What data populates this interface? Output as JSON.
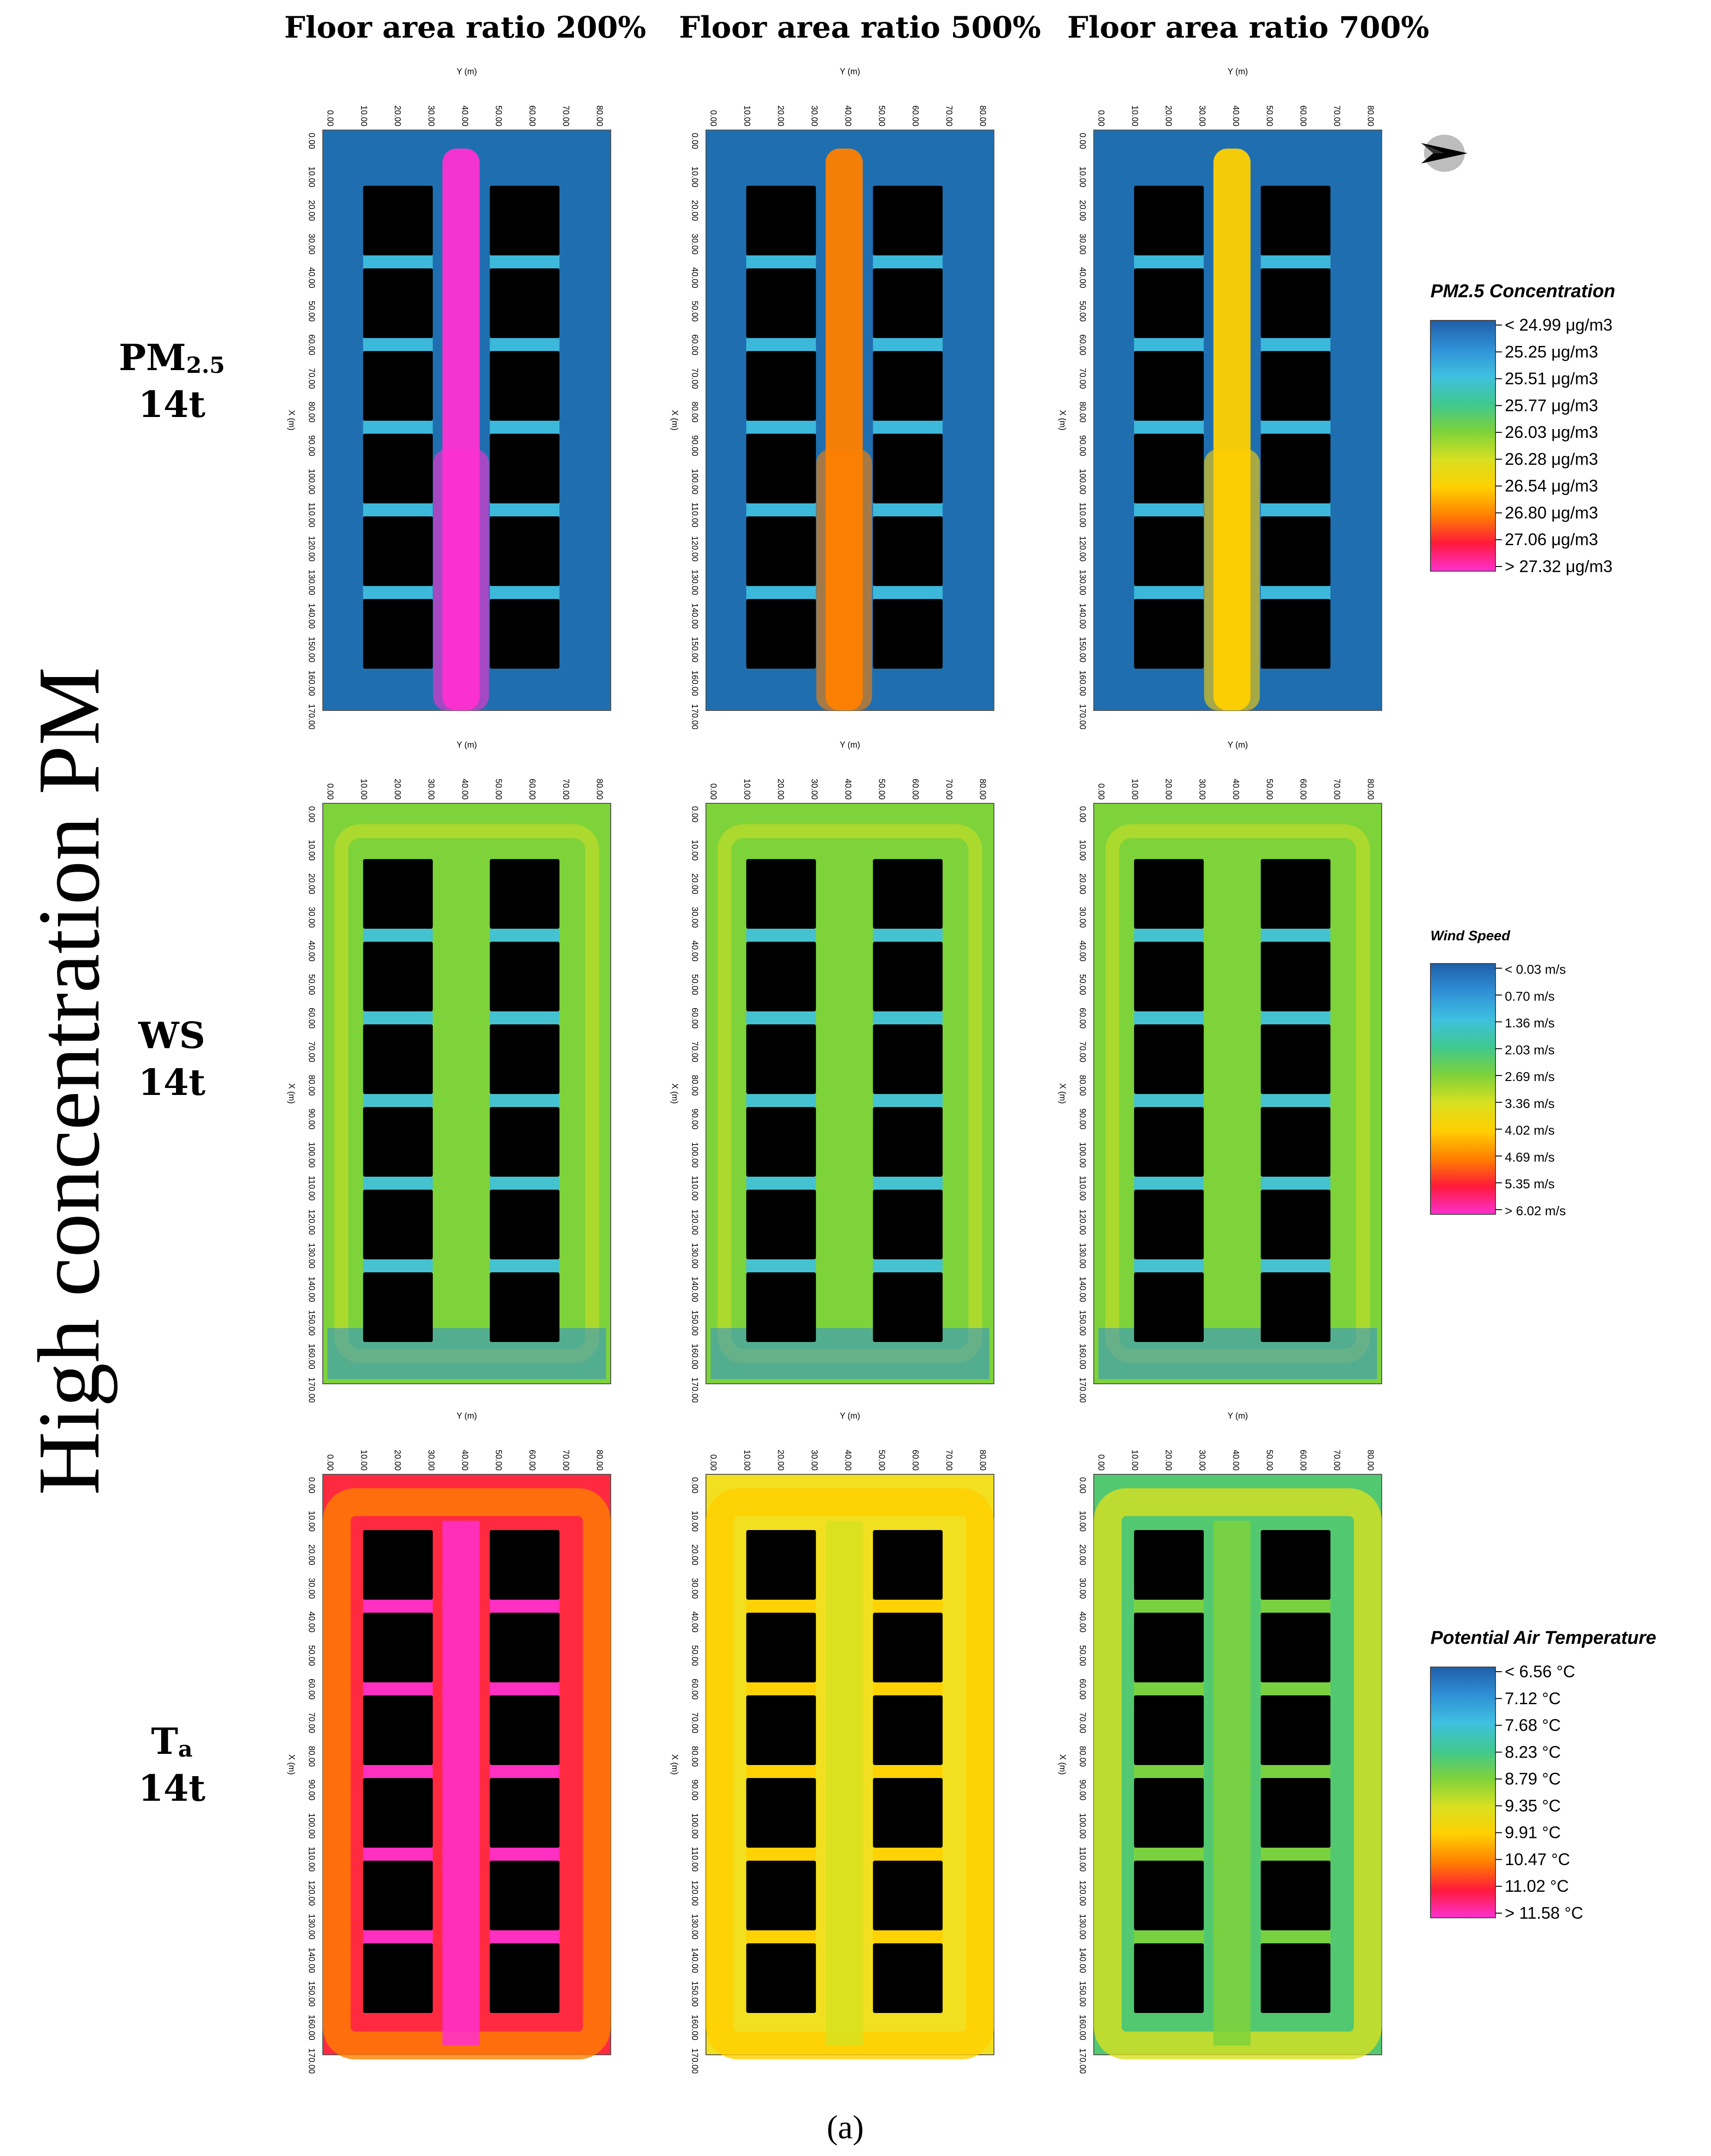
{
  "column_headers": [
    "Floor area ratio 200%",
    "Floor area ratio 500%",
    "Floor area ratio 700%"
  ],
  "vertical_title": "High concentration PM",
  "rows": [
    {
      "name": "pm25",
      "label_line1": "PM",
      "label_sub": "2.5",
      "label_line2": "14t",
      "legend_title": "PM2.5 Concentration",
      "legend_labels": [
        "< 24.99 μg/m3",
        "25.25 μg/m3",
        "25.51 μg/m3",
        "25.77 μg/m3",
        "26.03 μg/m3",
        "26.28 μg/m3",
        "26.54 μg/m3",
        "26.80 μg/m3",
        "27.06 μg/m3",
        "> 27.32 μg/m3"
      ]
    },
    {
      "name": "ws",
      "label_line1": "WS",
      "label_sub": "",
      "label_line2": "14t",
      "legend_title": "Wind Speed",
      "legend_labels": [
        "< 0.03 m/s",
        "0.70 m/s",
        "1.36 m/s",
        "2.03 m/s",
        "2.69 m/s",
        "3.36 m/s",
        "4.02 m/s",
        "4.69 m/s",
        "5.35 m/s",
        "> 6.02 m/s"
      ]
    },
    {
      "name": "ta",
      "label_line1": "T",
      "label_sub": "a",
      "label_line2": "14t",
      "legend_title": "Potential Air Temperature",
      "legend_labels": [
        "< 6.56 °C",
        "7.12 °C",
        "7.68 °C",
        "8.23 °C",
        "8.79 °C",
        "9.35 °C",
        "9.91 °C",
        "10.47 °C",
        "11.02 °C",
        "> 11.58 °C"
      ]
    }
  ],
  "axes": {
    "y_label": "Y (m)",
    "x_label": "X (m)",
    "y_ticks": [
      "0.00",
      "10.00",
      "20.00",
      "30.00",
      "40.00",
      "50.00",
      "60.00",
      "70.00",
      "80.00"
    ],
    "x_ticks": [
      "0.00",
      "10.00",
      "20.00",
      "30.00",
      "40.00",
      "50.00",
      "60.00",
      "70.00",
      "80.00",
      "90.00",
      "100.00",
      "110.00",
      "120.00",
      "130.00",
      "140.00",
      "150.00",
      "160.00",
      "170.00"
    ]
  },
  "legend_colors": [
    "#1f5fa8",
    "#2f8fd6",
    "#3fc0e0",
    "#3fc890",
    "#7ed23a",
    "#d8e020",
    "#ffd000",
    "#ff8000",
    "#ff1a3a",
    "#ff30d0"
  ],
  "background_colors": {
    "pm25": [
      "#1f6fb0",
      "#1f6fb0",
      "#1f6fb0"
    ],
    "ws": [
      "#7ed23a",
      "#7ed23a",
      "#7ed23a"
    ],
    "ta": [
      "#ff2a40",
      "#f2e020",
      "#52c870"
    ]
  },
  "caption": "(a)",
  "north_arrow_icon": "north-arrow-icon"
}
